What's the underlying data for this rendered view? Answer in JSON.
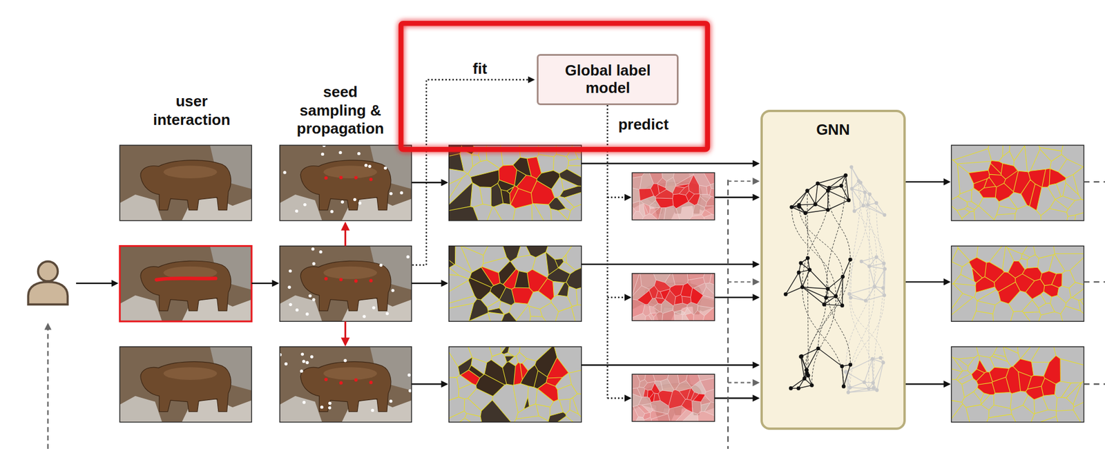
{
  "diagram": {
    "nodes": [
      {
        "text": [
          "Global label model"
        ]
      },
      {
        "text": [
          "GNN"
        ]
      }
    ],
    "labels": [
      "user interaction",
      "seed sampling & propagation",
      "fit",
      "predict"
    ]
  }
}
